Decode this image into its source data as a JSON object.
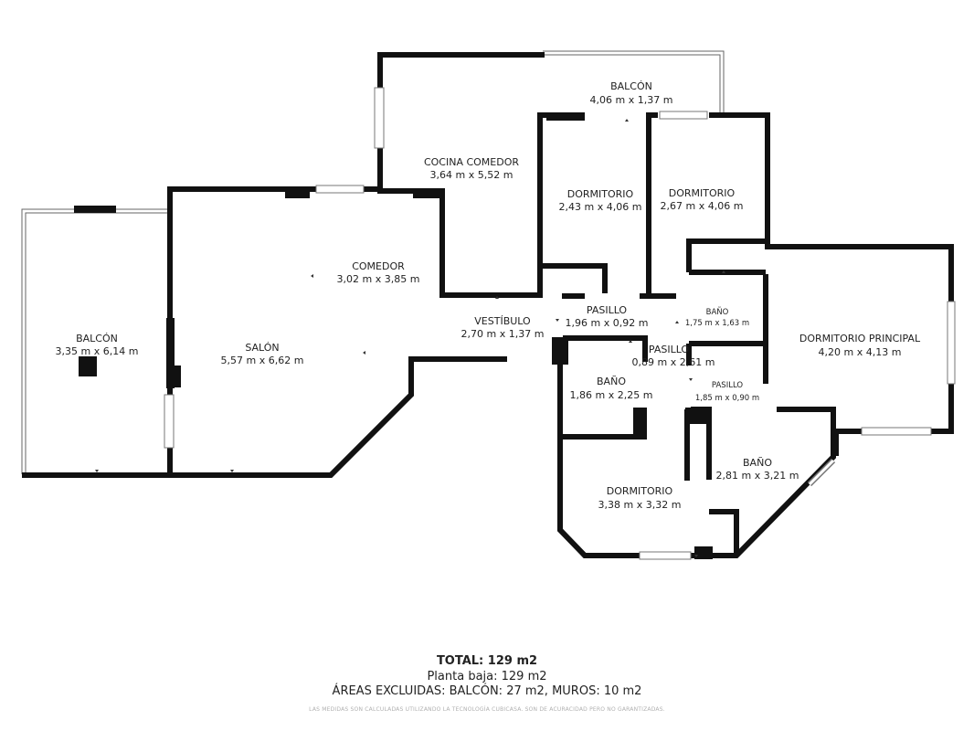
{
  "rooms": {
    "balcon_top": {
      "name": "BALCÓN",
      "dim": "4,06 m x 1,37 m"
    },
    "cocina": {
      "name": "COCINA COMEDOR",
      "dim": "3,64 m x 5,52 m"
    },
    "dormitorio_1": {
      "name": "DORMITORIO",
      "dim": "2,43 m x 4,06 m"
    },
    "dormitorio_2": {
      "name": "DORMITORIO",
      "dim": "2,67 m x 4,06 m"
    },
    "comedor": {
      "name": "COMEDOR",
      "dim": "3,02 m x 3,85 m"
    },
    "balcon_left": {
      "name": "BALCÓN",
      "dim": "3,35 m x 6,14 m"
    },
    "salon": {
      "name": "SALÓN",
      "dim": "5,57 m x 6,62 m"
    },
    "vestibulo": {
      "name": "VESTÍBULO",
      "dim": "2,70 m x 1,37 m"
    },
    "pasillo_1": {
      "name": "PASILLO",
      "dim": "1,96 m x 0,92 m"
    },
    "bano_small": {
      "name": "BAÑO",
      "dim": "1,75 m x 1,63 m"
    },
    "dormitorio_principal": {
      "name": "DORMITORIO PRINCIPAL",
      "dim": "4,20 m x 4,13 m"
    },
    "pasillo_2": {
      "name": "PASILLO",
      "dim": "0,89 m x 2,61 m"
    },
    "bano_1": {
      "name": "BAÑO",
      "dim": "1,86 m x 2,25 m"
    },
    "pasillo_3": {
      "name": "PASILLO",
      "dim": "1,85 m x 0,90 m"
    },
    "bano_2": {
      "name": "BAÑO",
      "dim": "2,81 m x 3,21 m"
    },
    "dormitorio_3": {
      "name": "DORMITORIO",
      "dim": "3,38 m x 3,32 m"
    }
  },
  "footer": {
    "total": "TOTAL: 129 m2",
    "planta": "Planta baja: 129 m2",
    "excluidas": "ÁREAS EXCLUIDAS: BALCÓN: 27 m2, MUROS: 10 m2",
    "disclaimer": "LAS MEDIDAS SON CALCULADAS UTILIZANDO LA TECNOLOGÍA CUBICASA. SON DE ACURACIDAD PERO NO GARANTIZADAS."
  }
}
